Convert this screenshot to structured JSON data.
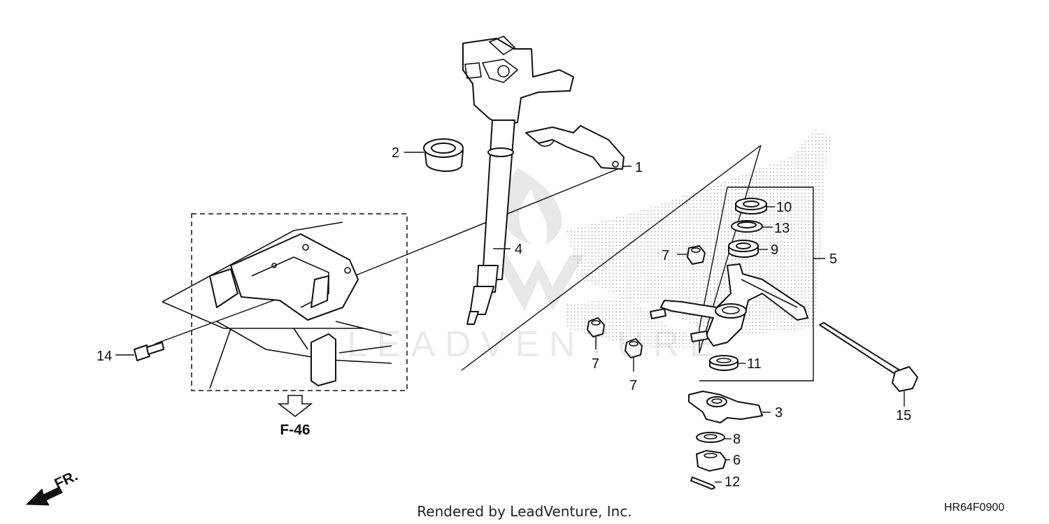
{
  "callouts": {
    "c1": "1",
    "c2": "2",
    "c3": "3",
    "c4": "4",
    "c5": "5",
    "c6": "6",
    "c7a": "7",
    "c7b": "7",
    "c7c": "7",
    "c8": "8",
    "c9": "9",
    "c10": "10",
    "c11": "11",
    "c12": "12",
    "c13": "13",
    "c14": "14",
    "c15": "15"
  },
  "reference": "F-46",
  "direction": "FR.",
  "watermark": "LEADVENTURE",
  "footer": "Rendered by LeadVenture, Inc.",
  "diagram_code": "HR64F0900"
}
